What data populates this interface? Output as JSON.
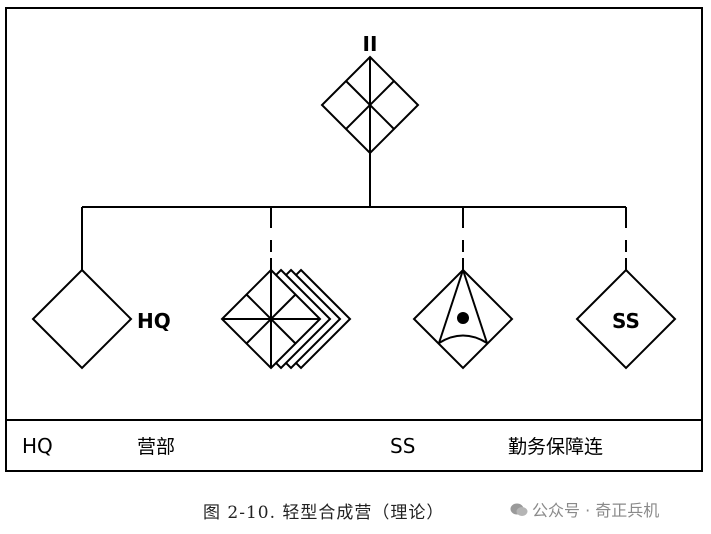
{
  "echelon_mark": "II",
  "units": {
    "hq": {
      "label": "HQ"
    },
    "support": {
      "label": "SS"
    }
  },
  "legend": [
    {
      "abbr": "HQ",
      "meaning": "营部"
    },
    {
      "abbr": "SS",
      "meaning": "勤务保障连"
    }
  ],
  "caption": "图 2-10. 轻型合成营（理论）",
  "watermark": "公众号 · 奇正兵机",
  "colors": {
    "line": "#000000",
    "background": "#ffffff",
    "watermark": "#8a8a8a"
  }
}
